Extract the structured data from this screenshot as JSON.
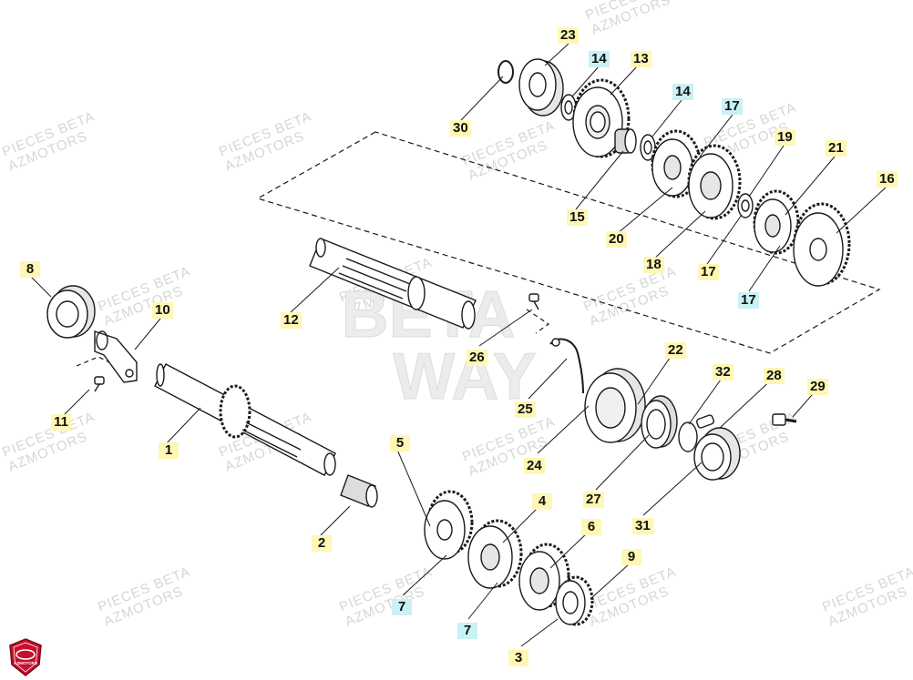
{
  "watermark": {
    "line1": "PIECES BETA",
    "line2": "AZMOTORS"
  },
  "logo": {
    "brand": "AZMOTORS",
    "icon": "azmotors-shield-icon",
    "color": "#c8102e"
  },
  "center_mark": {
    "line1": "BETA",
    "line2": "WAY"
  },
  "colors": {
    "tag_yellow": "#fff7b3",
    "tag_cyan": "#c9f1f6",
    "line": "#1a1a1a"
  },
  "callouts": {
    "n1": "1",
    "n2": "2",
    "n3": "3",
    "n4": "4",
    "n5": "5",
    "n6": "6",
    "n7a": "7",
    "n7b": "7",
    "n8": "8",
    "n9": "9",
    "n10": "10",
    "n11": "11",
    "n12": "12",
    "n13": "13",
    "n14a": "14",
    "n14b": "14",
    "n15": "15",
    "n16": "16",
    "n17a": "17",
    "n17b": "17",
    "n17c": "17",
    "n18": "18",
    "n19": "19",
    "n20": "20",
    "n21": "21",
    "n22": "22",
    "n23": "23",
    "n24": "24",
    "n25": "25",
    "n26": "26",
    "n27": "27",
    "n28": "28",
    "n29": "29",
    "n30": "30",
    "n31": "31",
    "n32": "32"
  }
}
